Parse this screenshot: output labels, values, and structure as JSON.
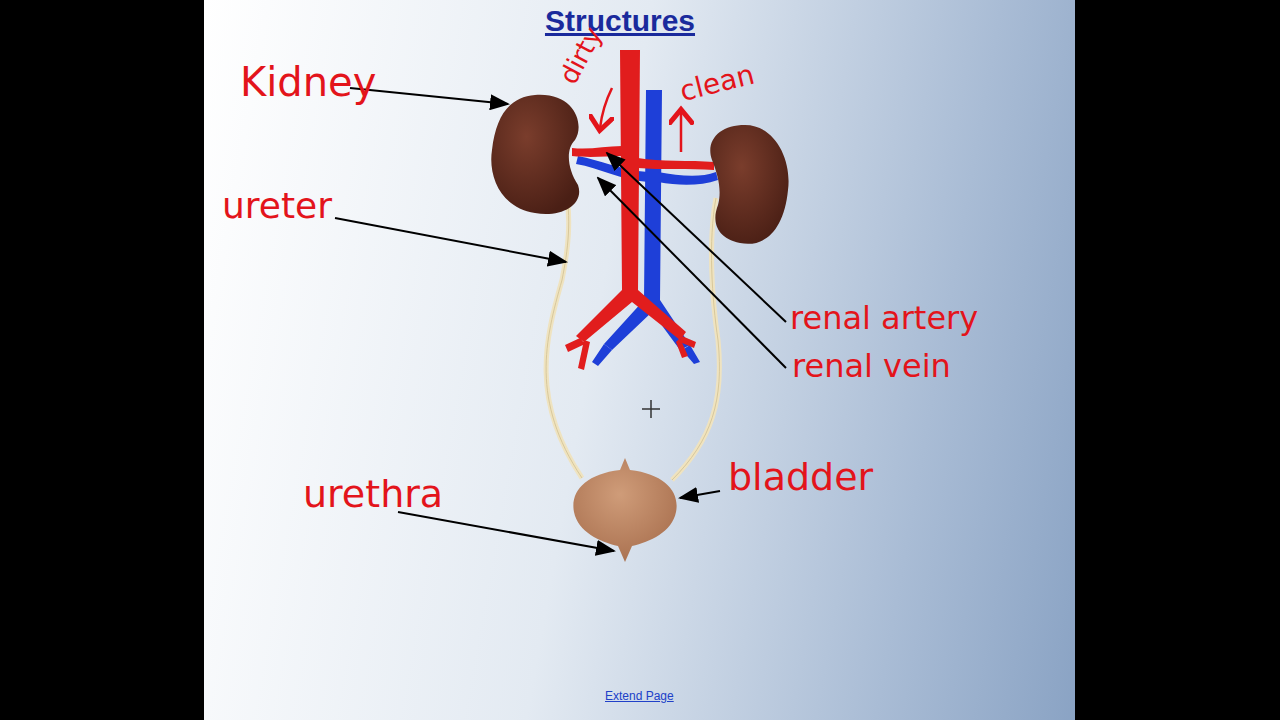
{
  "diagram": {
    "title": "Structures",
    "labels": [
      "dirty",
      "clean",
      "Kidney",
      "ureter",
      "renal artery",
      "renal vein",
      "bladder",
      "urethra",
      "Extend Page"
    ]
  }
}
